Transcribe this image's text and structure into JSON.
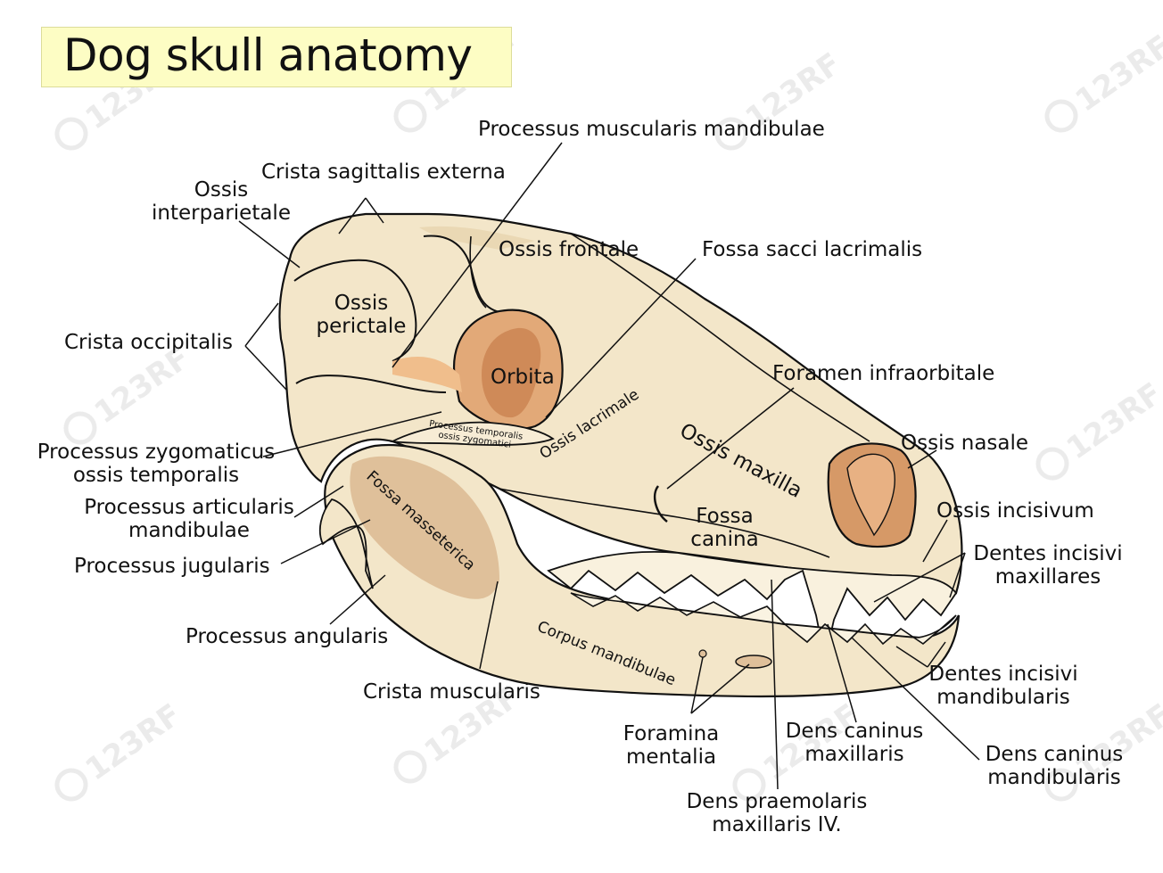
{
  "title": "Dog skull anatomy",
  "watermark_text": "123RF",
  "colors": {
    "bone": "#f3e6c9",
    "bone_shade": "#e9d5ae",
    "fossa": "#dfc09a",
    "orbit": "#e2a978",
    "orbit_deep": "#cf8a58",
    "nostril": "#d69967",
    "title_bg": "#fdfdc4",
    "outline": "#111111"
  },
  "labels": {
    "processus_muscularis_mandibulae": "Processus muscularis mandibulae",
    "crista_sagittalis_externa": "Crista sagittalis externa",
    "ossis_interparietale_1": "Ossis",
    "ossis_interparietale_2": "interparietale",
    "ossis_frontale": "Ossis frontale",
    "fossa_sacci_lacrimalis": "Fossa sacci lacrimalis",
    "ossis_perictale_1": "Ossis",
    "ossis_perictale_2": "perictale",
    "crista_occipitalis": "Crista occipitalis",
    "orbita": "Orbita",
    "foramen_infraorbitale": "Foramen infraorbitale",
    "ossis_maxilla": "Ossis maxilla",
    "ossis_lacrimale": "Ossis lacrimale",
    "processus_temporalis_1": "Processus temporalis",
    "processus_temporalis_2": "ossis zygomatici",
    "processus_zygomaticus_1": "Processus zygomaticus",
    "processus_zygomaticus_2": "ossis temporalis",
    "ossis_nasale": "Ossis nasale",
    "fossa_masseterica": "Fossa masseterica",
    "processus_articularis_1": "Processus articularis",
    "processus_articularis_2": "mandibulae",
    "fossa_canina_1": "Fossa",
    "fossa_canina_2": "canina",
    "ossis_incisivum": "Ossis incisivum",
    "processus_jugularis": "Processus jugularis",
    "dentes_incisivi_max_1": "Dentes incisivi",
    "dentes_incisivi_max_2": "maxillares",
    "processus_angularis": "Processus angularis",
    "corpus_mandibulae": "Corpus mandibulae",
    "dentes_incisivi_mand_1": "Dentes incisivi",
    "dentes_incisivi_mand_2": "mandibularis",
    "crista_muscularis": "Crista muscularis",
    "foramina_mentalia_1": "Foramina",
    "foramina_mentalia_2": "mentalia",
    "dens_caninus_max_1": "Dens caninus",
    "dens_caninus_max_2": "maxillaris",
    "dens_caninus_mand_1": "Dens caninus",
    "dens_caninus_mand_2": "mandibularis",
    "dens_praemolaris_1": "Dens praemolaris",
    "dens_praemolaris_2": "maxillaris IV."
  }
}
